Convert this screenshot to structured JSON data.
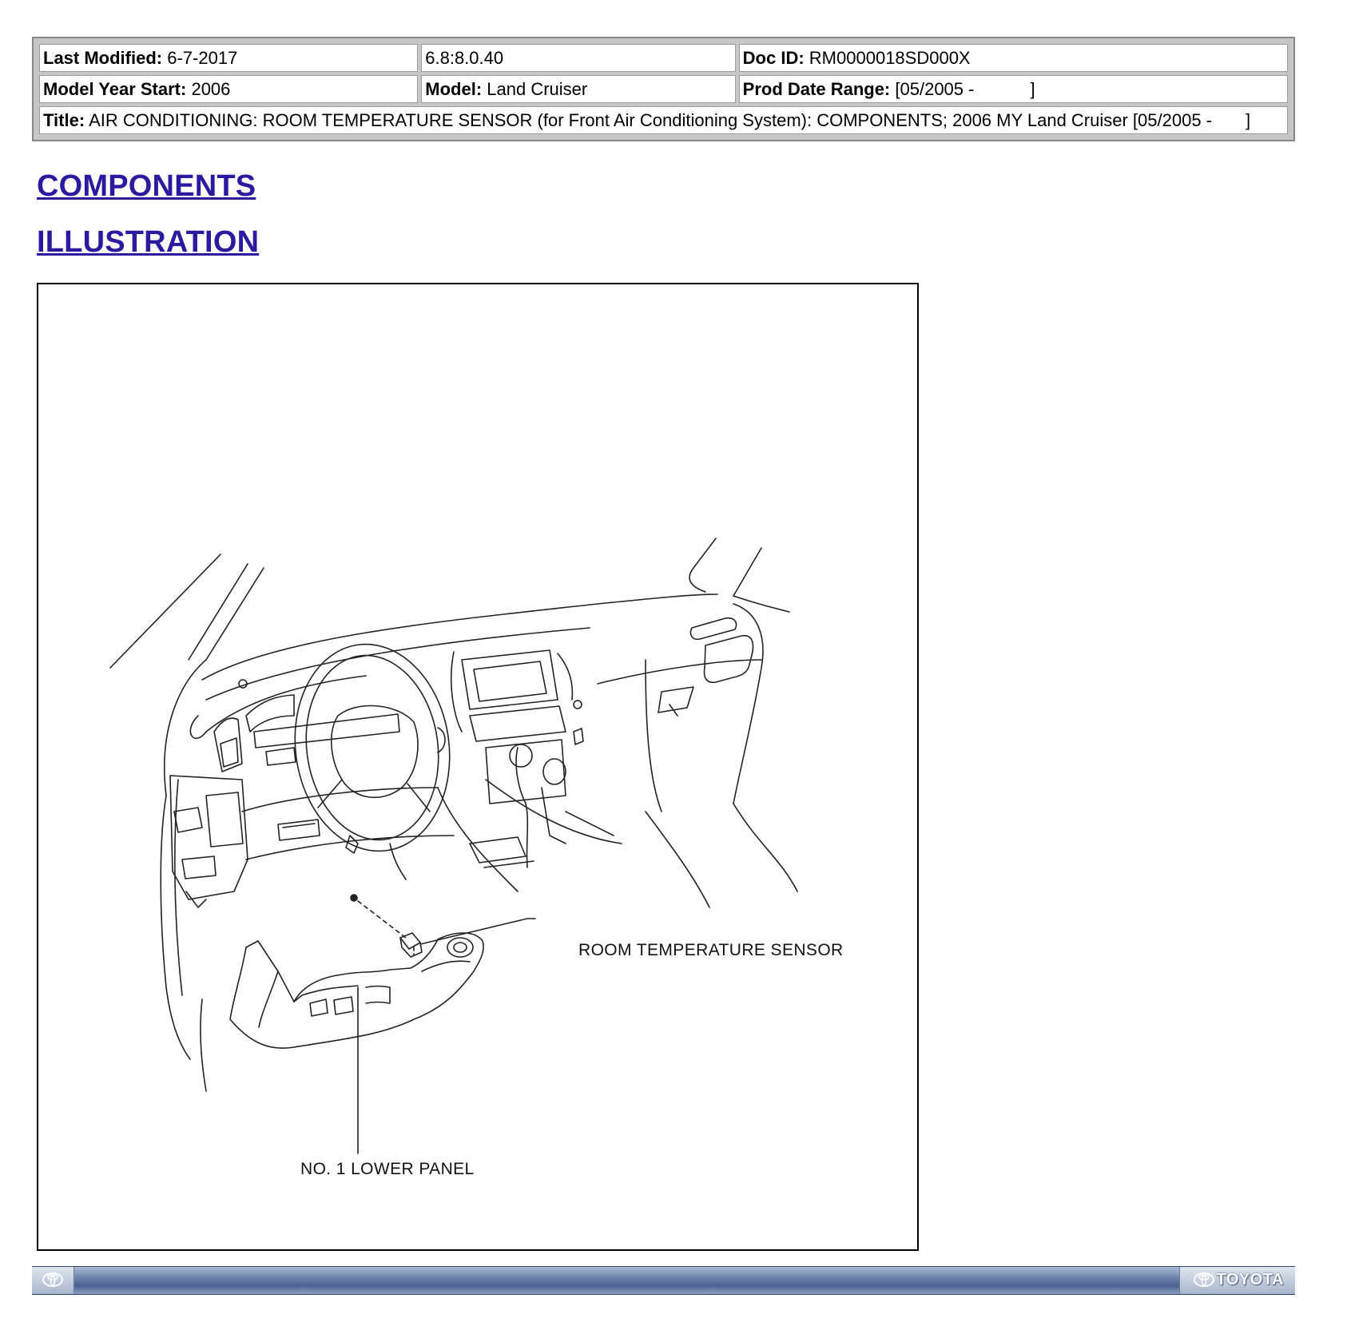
{
  "header": {
    "last_modified_label": "Last Modified:",
    "last_modified_value": "6-7-2017",
    "version": "6.8:8.0.40",
    "doc_id_label": "Doc ID:",
    "doc_id_value": "RM0000018SD000X",
    "model_year_label": "Model Year Start:",
    "model_year_value": "2006",
    "model_label": "Model:",
    "model_value": "Land Cruiser",
    "prod_date_label": "Prod Date Range:",
    "prod_date_value": "[05/2005 -",
    "prod_date_close": "]",
    "title_label": "Title:",
    "title_value": "AIR CONDITIONING: ROOM TEMPERATURE SENSOR (for Front Air Conditioning System): COMPONENTS; 2006 MY Land Cruiser [05/2005 -",
    "title_close": "]"
  },
  "sections": {
    "components": "COMPONENTS",
    "illustration": "ILLUSTRATION"
  },
  "figure": {
    "callout_sensor": "ROOM TEMPERATURE SENSOR",
    "callout_panel": "NO. 1 LOWER PANEL"
  },
  "footer": {
    "brand": "TOYOTA"
  }
}
